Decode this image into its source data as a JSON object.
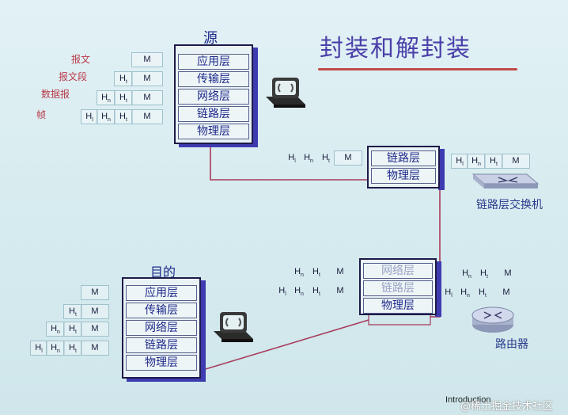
{
  "title": "封装和解封装",
  "labels": {
    "source": "源",
    "destination": "目的",
    "link_switch": "链路层交换机",
    "router": "路由器"
  },
  "unit_labels": [
    "报文",
    "报文段",
    "数据报",
    "帧"
  ],
  "stacks": {
    "source": [
      "应用层",
      "传输层",
      "网络层",
      "链路层",
      "物理层"
    ],
    "switch": [
      "链路层",
      "物理层"
    ],
    "router": [
      "网络层",
      "链路层",
      "物理层"
    ],
    "destination": [
      "应用层",
      "传输层",
      "网络层",
      "链路层",
      "物理层"
    ]
  },
  "hdr": {
    "M": "M",
    "H": "H",
    "sub_t": "t",
    "sub_n": "n",
    "sub_l": "l"
  },
  "footer": "Introduction",
  "watermark": "@稀土掘金技术社区",
  "colors": {
    "title": "#4a3fa8",
    "accent_red": "#c24b4b",
    "stack_shadow": "#3e3bb0",
    "link_line": "#a83a5a"
  }
}
